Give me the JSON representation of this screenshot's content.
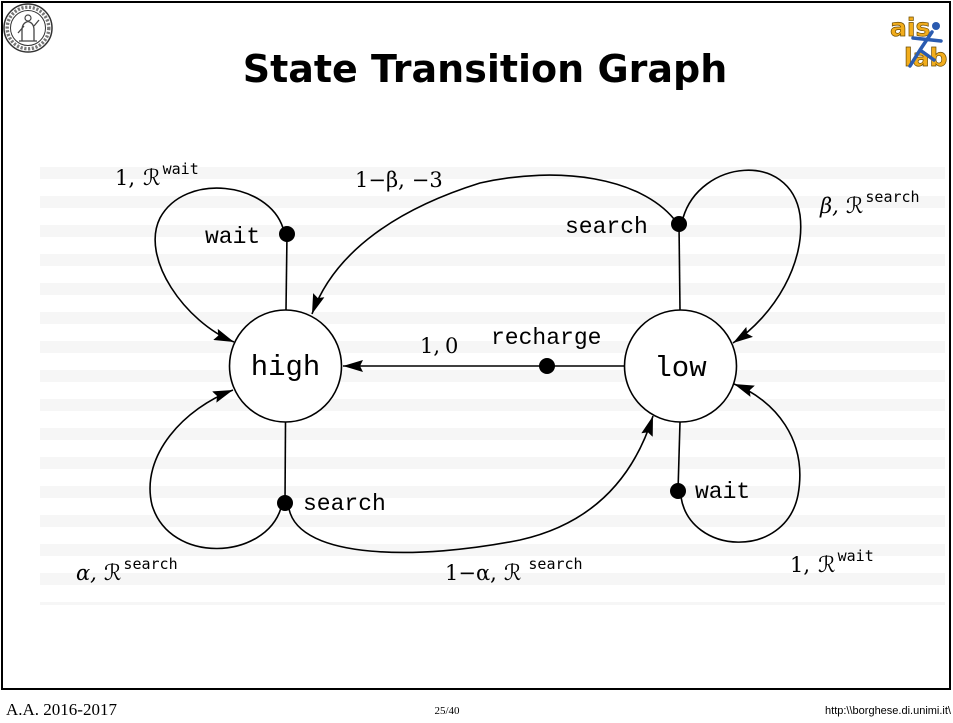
{
  "slide": {
    "title": "State Transition Graph",
    "left_logo_icon": "university-seal-icon",
    "right_logo_icon": "ais-lab-logo-icon",
    "right_logo_text": {
      "top": "ais",
      "bottom": "lab"
    }
  },
  "diagram": {
    "states": {
      "high": "high",
      "low": "low"
    },
    "actions": {
      "high_wait": "wait",
      "high_search": "search",
      "low_search": "search",
      "low_wait": "wait",
      "low_recharge": "recharge"
    },
    "transitions": {
      "high_wait_loop": {
        "prob": "1,",
        "reward_symbol": "ℛ",
        "reward_sup": "wait"
      },
      "low_search_to_high": {
        "prob": "1−β,",
        "reward": "−3"
      },
      "low_search_loop": {
        "prob": "β,",
        "reward_symbol": "ℛ",
        "reward_sup": "search"
      },
      "low_recharge_to_high": {
        "prob": "1,",
        "reward": "0"
      },
      "high_search_loop": {
        "prob": "α,",
        "reward_symbol": "ℛ",
        "reward_sup": "search"
      },
      "high_search_to_low": {
        "prob": "1−α,",
        "reward_symbol": "ℛ",
        "reward_sup": "search"
      },
      "low_wait_loop": {
        "prob": "1,",
        "reward_symbol": "ℛ",
        "reward_sup": "wait"
      }
    }
  },
  "footer": {
    "academic_year": "A.A. 2016-2017",
    "page_number": "25/40",
    "url": "http:\\\\borghese.di.unimi.it\\"
  }
}
